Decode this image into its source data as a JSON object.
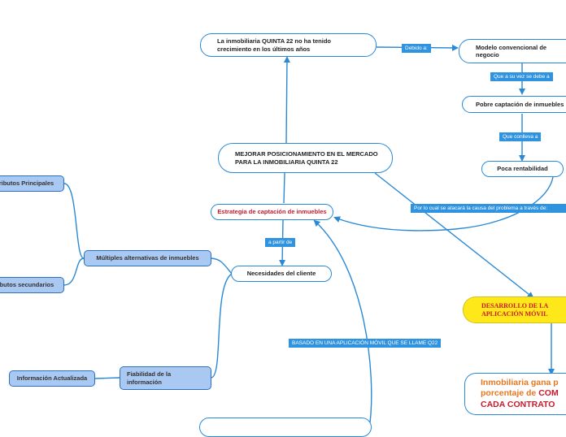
{
  "nodes": {
    "growth": "La inmobiliaria QUINTA 22 no ha tenido crecimiento en los últimos años",
    "modelo": "Modelo convencional de negocio",
    "captacion_pobre": "Pobre captación de inmuebles",
    "rentabilidad": "Poca rentabilidad",
    "central": "MEJORAR POSICIONAMIENTO EN EL MERCADO PARA LA INMOBILIARIA QUINTA 22",
    "estrategia": "Estrategia de captación de inmuebles",
    "necesidades": "Necesidades del cliente",
    "multiples": "Múltiples alternativas de inmuebles",
    "atrib_principales": "Atributos Principales",
    "atrib_secundarios": "Atributos secundarios",
    "fiabilidad": "Fiabilidad de la información",
    "info_actualizada": "Información Actualizada",
    "desarrollo": "DESARROLLO DE LA APLICACIÓN MÓVIL",
    "gana_line1": "Inmobiliaria gana p",
    "gana_line2a": "porcentaje de ",
    "gana_line2b": "COM",
    "gana_line3": "CADA CONTRATO"
  },
  "labels": {
    "debido": "Debido a:",
    "que_debe": "Que a su vez se debe a",
    "conlleva": "Que conlleva a",
    "por_lo_cual": "Por lo cual se atacará la causa del problema a través de:",
    "a_partir": "a partir de",
    "basado": "BASADO EN UNA APLICACIÓN MÓVIL QUE SE LLAME Q22"
  },
  "colors": {
    "connector": "#2a89d6",
    "label_bg": "#2f93df",
    "blue_node": "#a9c9f3",
    "yellow_node": "#ffe81a",
    "red_text": "#c81a2c",
    "orange_text": "#e8771e"
  }
}
